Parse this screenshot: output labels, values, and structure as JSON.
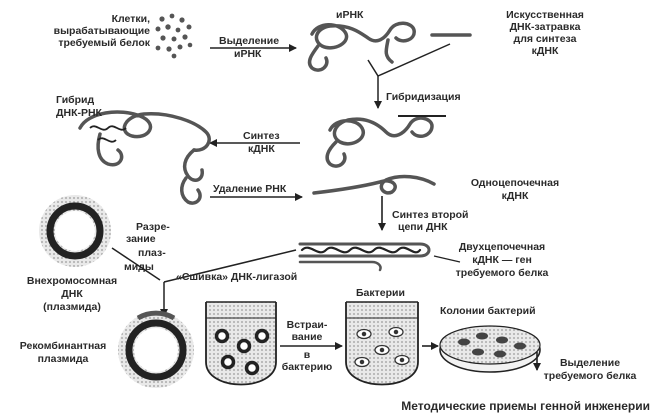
{
  "diagram": {
    "caption": "Методические приемы генной инженерии",
    "labels": {
      "cells": [
        "Клетки,",
        "вырабатывающие",
        "требуемый белок"
      ],
      "isolation": [
        "Выделение",
        "иРНК"
      ],
      "mrna": "иРНК",
      "primer": [
        "Искусственная",
        "ДНК-затравка",
        "для синтеза",
        "кДНК"
      ],
      "hybridization": "Гибридизация",
      "hybrid": [
        "Гибрид",
        "ДНК-РНК"
      ],
      "synthesis_cdna": [
        "Синтез",
        "кДНК"
      ],
      "rna_removal": "Удаление РНК",
      "single_strand": [
        "Одноцепочечная",
        "кДНК"
      ],
      "second_strand": [
        "Синтез второй",
        "цепи ДНК"
      ],
      "double_strand": [
        "Двухцепочечная",
        "кДНК — ген",
        "требуемого белка"
      ],
      "cutting": [
        "Разре-",
        "зание",
        "плаз-",
        "миды"
      ],
      "plasmid": [
        "Внехромосомная",
        "ДНК",
        "(плазмида)"
      ],
      "ligase": "«Сшивка» ДНК-лигазой",
      "recombinant": [
        "Рекомбинантная",
        "плазмида"
      ],
      "bacteria": "Бактерии",
      "insertion": [
        "Встраи-",
        "вание",
        "в",
        "бактерию"
      ],
      "colonies": "Колонии бактерий",
      "product": [
        "Выделение",
        "требуемого белка"
      ]
    }
  }
}
